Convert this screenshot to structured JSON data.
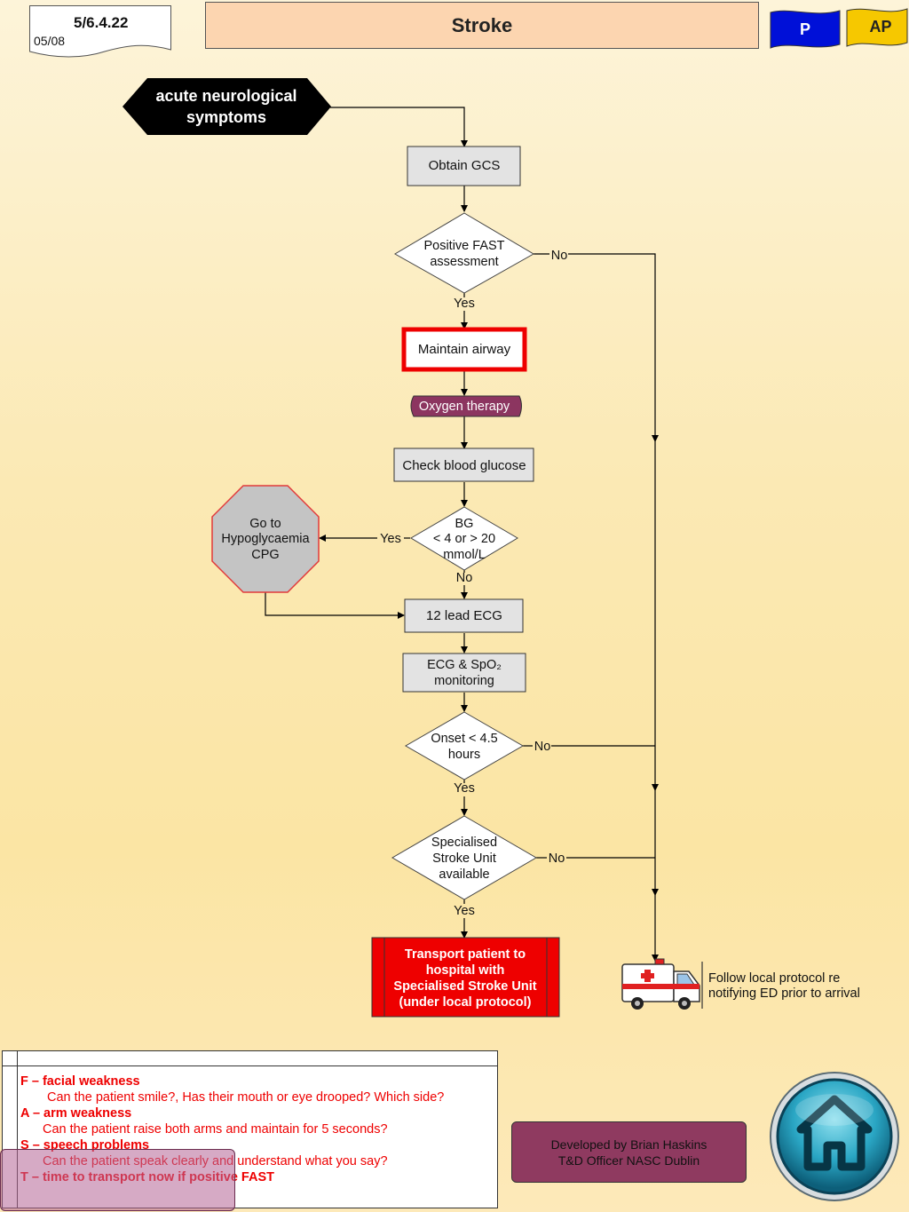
{
  "header": {
    "code": "5/6.4.22",
    "date": "05/08",
    "title": "Stroke",
    "badge_p": "P",
    "badge_ap": "AP"
  },
  "flow": {
    "start": [
      "acute neurological",
      "symptoms"
    ],
    "gcs": "Obtain GCS",
    "fast_decision": [
      "Positive FAST",
      "assessment"
    ],
    "airway": "Maintain airway",
    "oxygen": "Oxygen therapy",
    "glucose": "Check blood glucose",
    "bg_decision": [
      "BG",
      "< 4 or > 20",
      "mmol/L"
    ],
    "hypo": [
      "Go to",
      "Hypoglycaemia",
      "CPG"
    ],
    "ecg12": "12 lead ECG",
    "ecg_monitor": [
      "ECG & SpO₂",
      "monitoring"
    ],
    "onset_decision": [
      "Onset < 4.5",
      "hours"
    ],
    "stroke_unit_decision": [
      "Specialised",
      "Stroke Unit",
      "available"
    ],
    "transport": [
      "Transport patient to",
      "hospital with",
      "Specialised Stroke Unit",
      "(under local protocol)"
    ],
    "local_protocol": [
      "Follow local protocol re",
      "notifying ED prior to arrival"
    ],
    "yes": "Yes",
    "no": "No"
  },
  "fast": {
    "f_key": "F – facial weakness",
    "f_q": "Can the patient smile?, Has their mouth or eye drooped? Which side?",
    "a_key": "A – arm weakness",
    "a_q": "Can the patient raise both arms and maintain for 5 seconds?",
    "s_key": "S – speech problems",
    "s_q": "Can the patient speak clearly and understand what you say?",
    "t_key": "T – time to transport now if positive FAST"
  },
  "credit": {
    "line1": "Developed by Brian Haskins",
    "line2": "T&D Officer NASC Dublin"
  },
  "colors": {
    "red": "#ee0000",
    "oxygen": "#8c3560",
    "box_grey": "#e3e3e3",
    "stop_grey": "#c4c4c4",
    "badge_p": "#0010d8",
    "badge_ap": "#f6c800",
    "credit": "#8f3a60"
  },
  "icons": [
    "home-icon",
    "ambulance-icon",
    "stop-sign-icon"
  ]
}
